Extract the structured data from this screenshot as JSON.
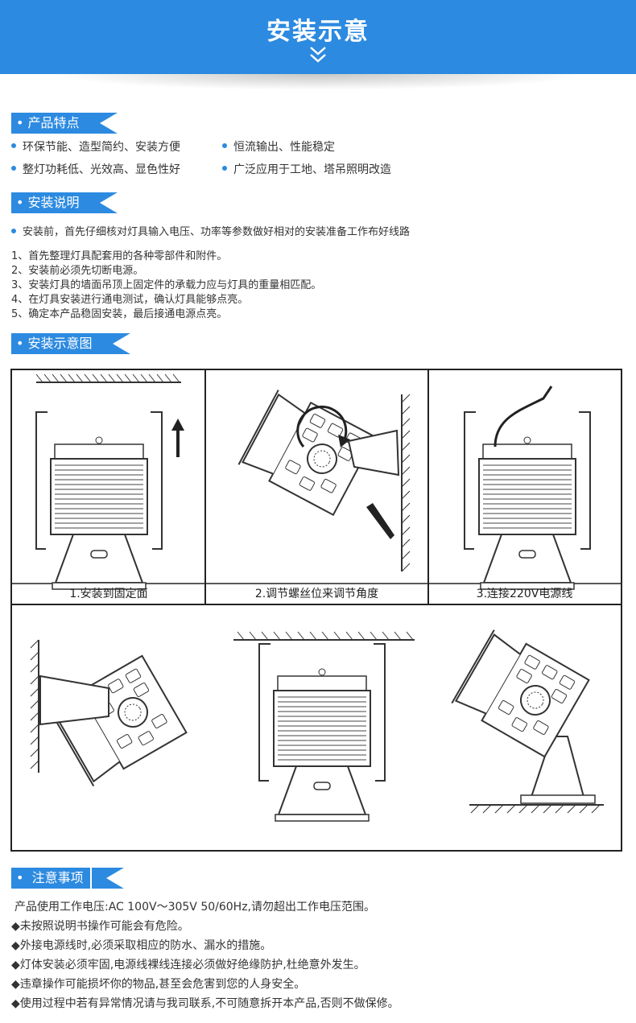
{
  "header": {
    "title": "安装示意"
  },
  "features": {
    "heading": "产品特点",
    "items": [
      "环保节能、造型简约、安装方便",
      "恒流输出、性能稳定",
      "整灯功耗低、光效高、显色性好",
      "广泛应用于工地、塔吊照明改造"
    ]
  },
  "instructions": {
    "heading": "安装说明",
    "lead": "安装前，首先仔细核对灯具输入电压、功率等参数做好相对的安装准备工作布好线路",
    "steps": [
      "1、首先整理灯具配套用的各种零部件和附件。",
      "2、安装前必须先切断电源。",
      "3、安装灯具的墙面吊顶上固定件的承载力应与灯具的重量相匹配。",
      "4、在灯具安装进行通电测试，确认灯具能够点亮。",
      "5、确定本产品稳固安装，最后接通电源点亮。"
    ]
  },
  "diagram": {
    "heading": "安装示意图",
    "captions": [
      "1.安装到固定面",
      "2.调节螺丝位来调节角度",
      "3.连接220V电源线"
    ]
  },
  "notes": {
    "heading": "注意事项",
    "lines": [
      "产品使用工作电压:AC 100V～305V 50/60Hz,请勿超出工作电压范围。",
      "◆未按照说明书操作可能会有危险。",
      "◆外接电源线时,必须采取相应的防水、漏水的措施。",
      "◆灯体安装必须牢固,电源线裸线连接必须做好绝缘防护,杜绝意外发生。",
      "◆违章操作可能损坏你的物品,甚至会危害到您的人身安全。",
      "◆使用过程中若有异常情况请与我司联系,不可随意拆开本产品,否则不做保修。"
    ]
  },
  "colors": {
    "accent": "#2c8ae0"
  }
}
